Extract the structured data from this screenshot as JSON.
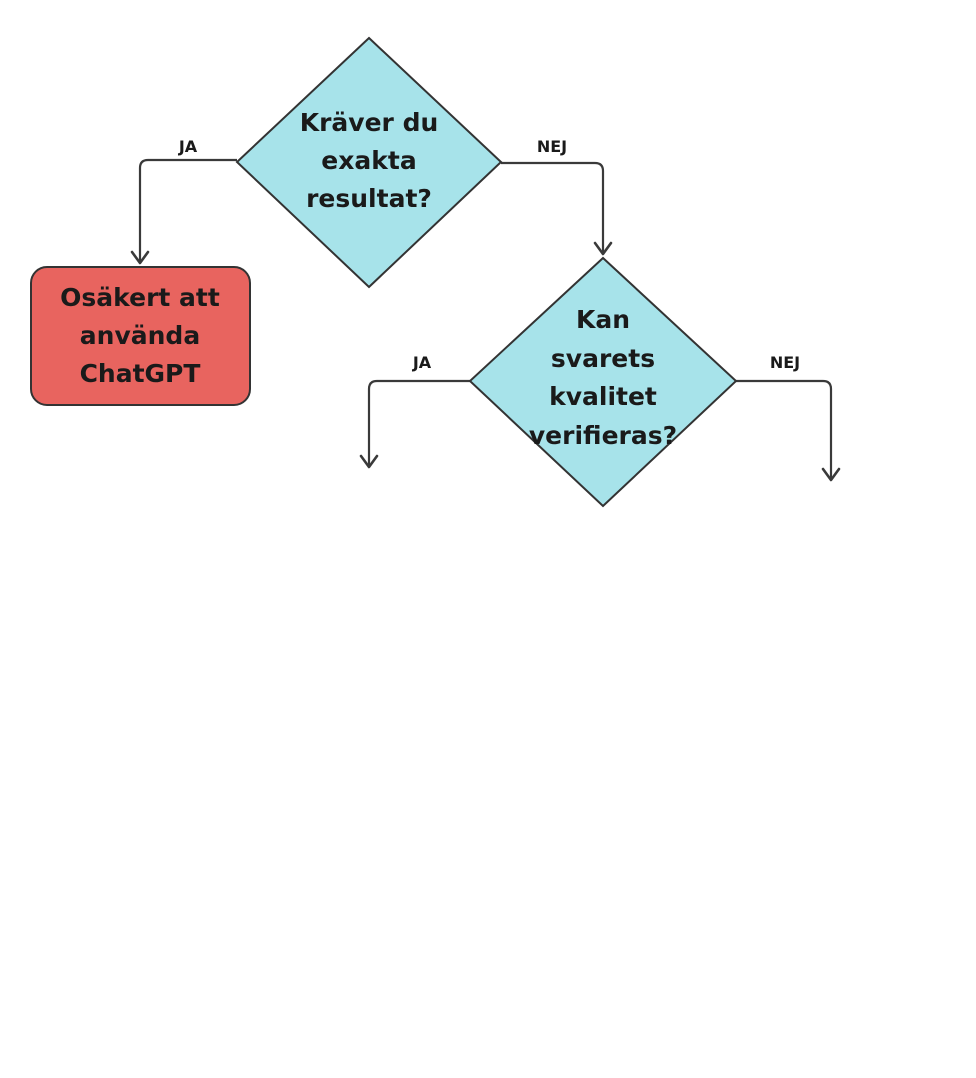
{
  "flowchart": {
    "colors": {
      "decision_fill": "#a7e3ea",
      "unsafe_fill": "#e8645f",
      "stroke": "#333333"
    },
    "decision1": {
      "lines": [
        "Kräver du",
        "exakta",
        "resultat?"
      ]
    },
    "decision2": {
      "lines": [
        "Kan",
        "svarets",
        "kvalitet",
        "verifieras?"
      ]
    },
    "outcome_unsafe": {
      "lines": [
        "Osäkert att",
        "använda",
        "ChatGPT"
      ]
    },
    "edges": {
      "d1_yes": "JA",
      "d1_no": "NEJ",
      "d2_yes": "JA",
      "d2_no": "NEJ"
    }
  }
}
